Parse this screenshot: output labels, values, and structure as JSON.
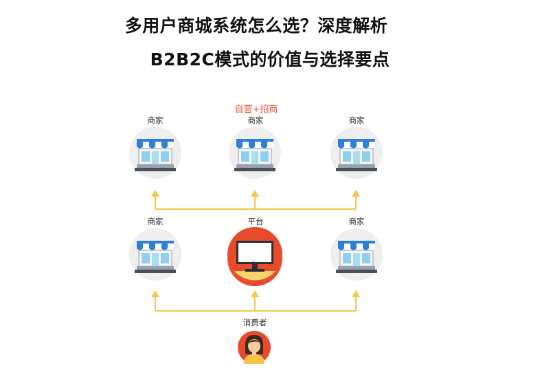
{
  "title": {
    "line1": "多用户商城系统怎么选？深度解析",
    "line2": "B2B2C模式的价值与选择要点"
  },
  "diagram": {
    "highlight_label": "自营+招商",
    "top_row": [
      "商家",
      "商家",
      "商家"
    ],
    "middle_row": [
      "商家",
      "平台",
      "商家"
    ],
    "bottom_label": "消费者"
  },
  "colors": {
    "arrow": "#f2c84b",
    "circle_bg": "#eeeeee",
    "awning_blue": "#2f7fd8",
    "platform_red": "#e84b2c",
    "highlight": "#e8543a"
  },
  "icons": {
    "merchant": "shop-icon",
    "platform": "monitor-icon",
    "consumer": "user-avatar-icon"
  }
}
